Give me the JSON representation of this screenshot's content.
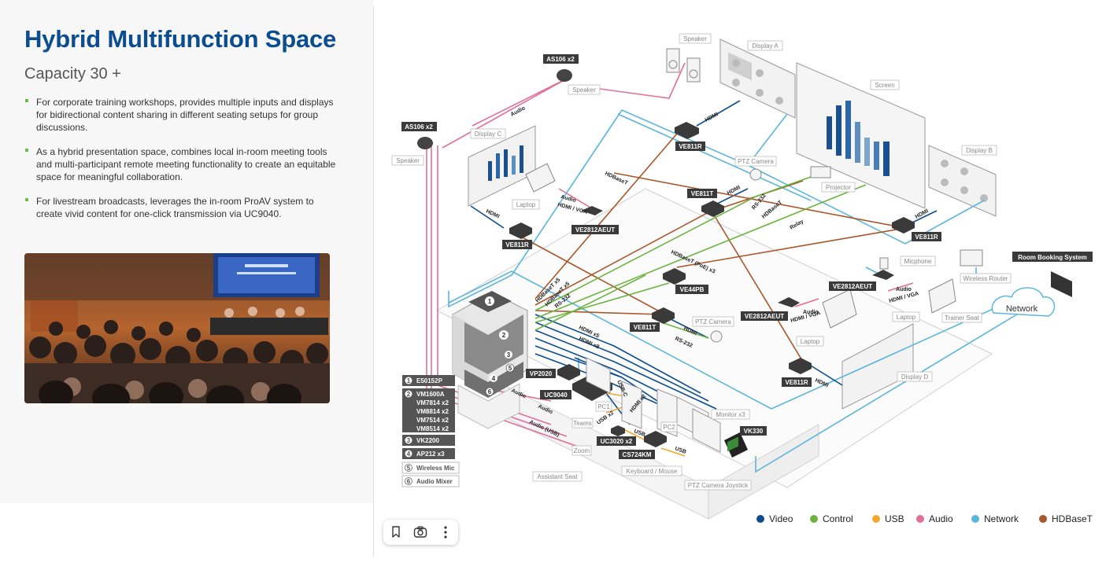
{
  "page": {
    "title": "Hybrid Multifunction Space",
    "subtitle": "Capacity 30 +",
    "bullets": [
      "For corporate training workshops, provides multiple inputs and displays for bidirectional content sharing in different seating setups for group discussions.",
      "As a hybrid presentation space, combines local in-room meeting tools and multi-participant remote meeting functionality to create an equitable space for meaningful collaboration.",
      "For livestream broadcasts, leverages the in-room ProAV system to create vivid content for one-click transmission via UC9040."
    ]
  },
  "diagram": {
    "place_labels": {
      "speaker_top": "Speaker",
      "display_a": "Display A",
      "screen": "Screen",
      "display_b": "Display B",
      "display_c": "Display C",
      "speaker_left": "Speaker",
      "speaker_mid": "Speaker",
      "laptop_left": "Laptop",
      "ptz_camera_top": "PTZ Camera",
      "projector": "Projector",
      "ptz_camera_mid": "PTZ Camera",
      "laptop_mid": "Laptop",
      "microphone": "Micphone",
      "wireless_router": "Wireless Router",
      "laptop_right": "Laptop",
      "trainer_seat": "Trainer Seat",
      "network": "Network",
      "display_d": "Display D",
      "monitor": "Monitor x3",
      "pc1": "PC1",
      "pc2": "PC2",
      "teams": "Teams",
      "zoom": "Zoom",
      "keyboard_mouse": "Keyboard / Mouse",
      "ptz_joystick": "PTZ Camera Joystick",
      "assistant_seat": "Assistant Seat"
    },
    "models": {
      "as106_top": "AS106 x2",
      "as106_left": "AS106 x2",
      "ve811r_top": "VE811R",
      "ve811t_top": "VE811T",
      "ve811r_left": "VE811R",
      "ve2812aeut_left": "VE2812AEUT",
      "ve811r_right": "VE811R",
      "ve44pb": "VE44PB",
      "ve811t_mid": "VE811T",
      "ve2812aeut_mid": "VE2812AEUT",
      "ve2812aeut_right": "VE2812AEUT",
      "ve811r_bottom": "VE811R",
      "room_booking": "Room Booking System",
      "vp2020": "VP2020",
      "uc9040": "UC9040",
      "uc3020": "UC3020 x2",
      "cs724km": "CS724KM",
      "vk330": "VK330"
    },
    "cable_labels": {
      "audio_top": "Audio",
      "hdmi_top": "HDMI",
      "hdbaset_top": "HDBaseT",
      "hdmi_ptz": "HDMI",
      "rs232_top": "RS-232",
      "hdbaset_proj": "HDBaseT",
      "relay": "Relay",
      "hdmi_right": "HDMI",
      "hdmi_left": "HDMI",
      "audio_laptop": "Audio",
      "hdmi_vga_left": "HDMI / VGA",
      "hdbaset_poe": "HDBaseT (PoE) x3",
      "hdbaset_x5": "HDBaseT x5",
      "hdbaset_x5b": "HDBaseT x5",
      "rs232_rack": "RS-232",
      "hdmi_x5": "HDMI x5",
      "hdmi_x8": "HDMI x8",
      "hdmi_mid": "HDMI",
      "rs232_mid": "RS-232",
      "audio_mid": "Audio",
      "hdmi_vga_mid": "HDMI / VGA",
      "audio_right": "Audio",
      "hdmi_vga_right": "HDMI / VGA",
      "hdmi_bottom": "HDMI",
      "usb_c": "USB-C",
      "hdmi_x2": "HDMI x2",
      "usb_x2": "USB x2",
      "usb_a": "USB",
      "usb_b": "USB",
      "audio_rack1": "Audio",
      "audio_rack2": "Audio",
      "audio_usb": "Audio (USB)"
    },
    "rack": {
      "numbers": [
        "1",
        "2",
        "3",
        "4",
        "5",
        "6"
      ],
      "legend": [
        {
          "num": "1",
          "lines": [
            "E50152P"
          ],
          "style": "dark"
        },
        {
          "num": "2",
          "lines": [
            "VM1600A",
            "VM7814 x2",
            "VM8814 x2",
            "VM7514 x2",
            "VM8514 x2"
          ],
          "style": "dark"
        },
        {
          "num": "3",
          "lines": [
            "VK2200"
          ],
          "style": "dark"
        },
        {
          "num": "4",
          "lines": [
            "AP212 x3"
          ],
          "style": "dark"
        },
        {
          "num": "5",
          "lines": [
            "Wireless Mic"
          ],
          "style": "light"
        },
        {
          "num": "6",
          "lines": [
            "Audio Mixer"
          ],
          "style": "light"
        }
      ]
    }
  },
  "legend": [
    {
      "label": "Video",
      "color": "#0b4d8f"
    },
    {
      "label": "Control",
      "color": "#6cb33f"
    },
    {
      "label": "USB",
      "color": "#f0a830"
    },
    {
      "label": "Audio",
      "color": "#e0709a"
    },
    {
      "label": "Network",
      "color": "#5bb6dc"
    },
    {
      "label": "HDBaseT",
      "color": "#a9562a"
    }
  ],
  "toolbar": [
    "bookmark-icon",
    "camera-search-icon",
    "more-icon"
  ]
}
